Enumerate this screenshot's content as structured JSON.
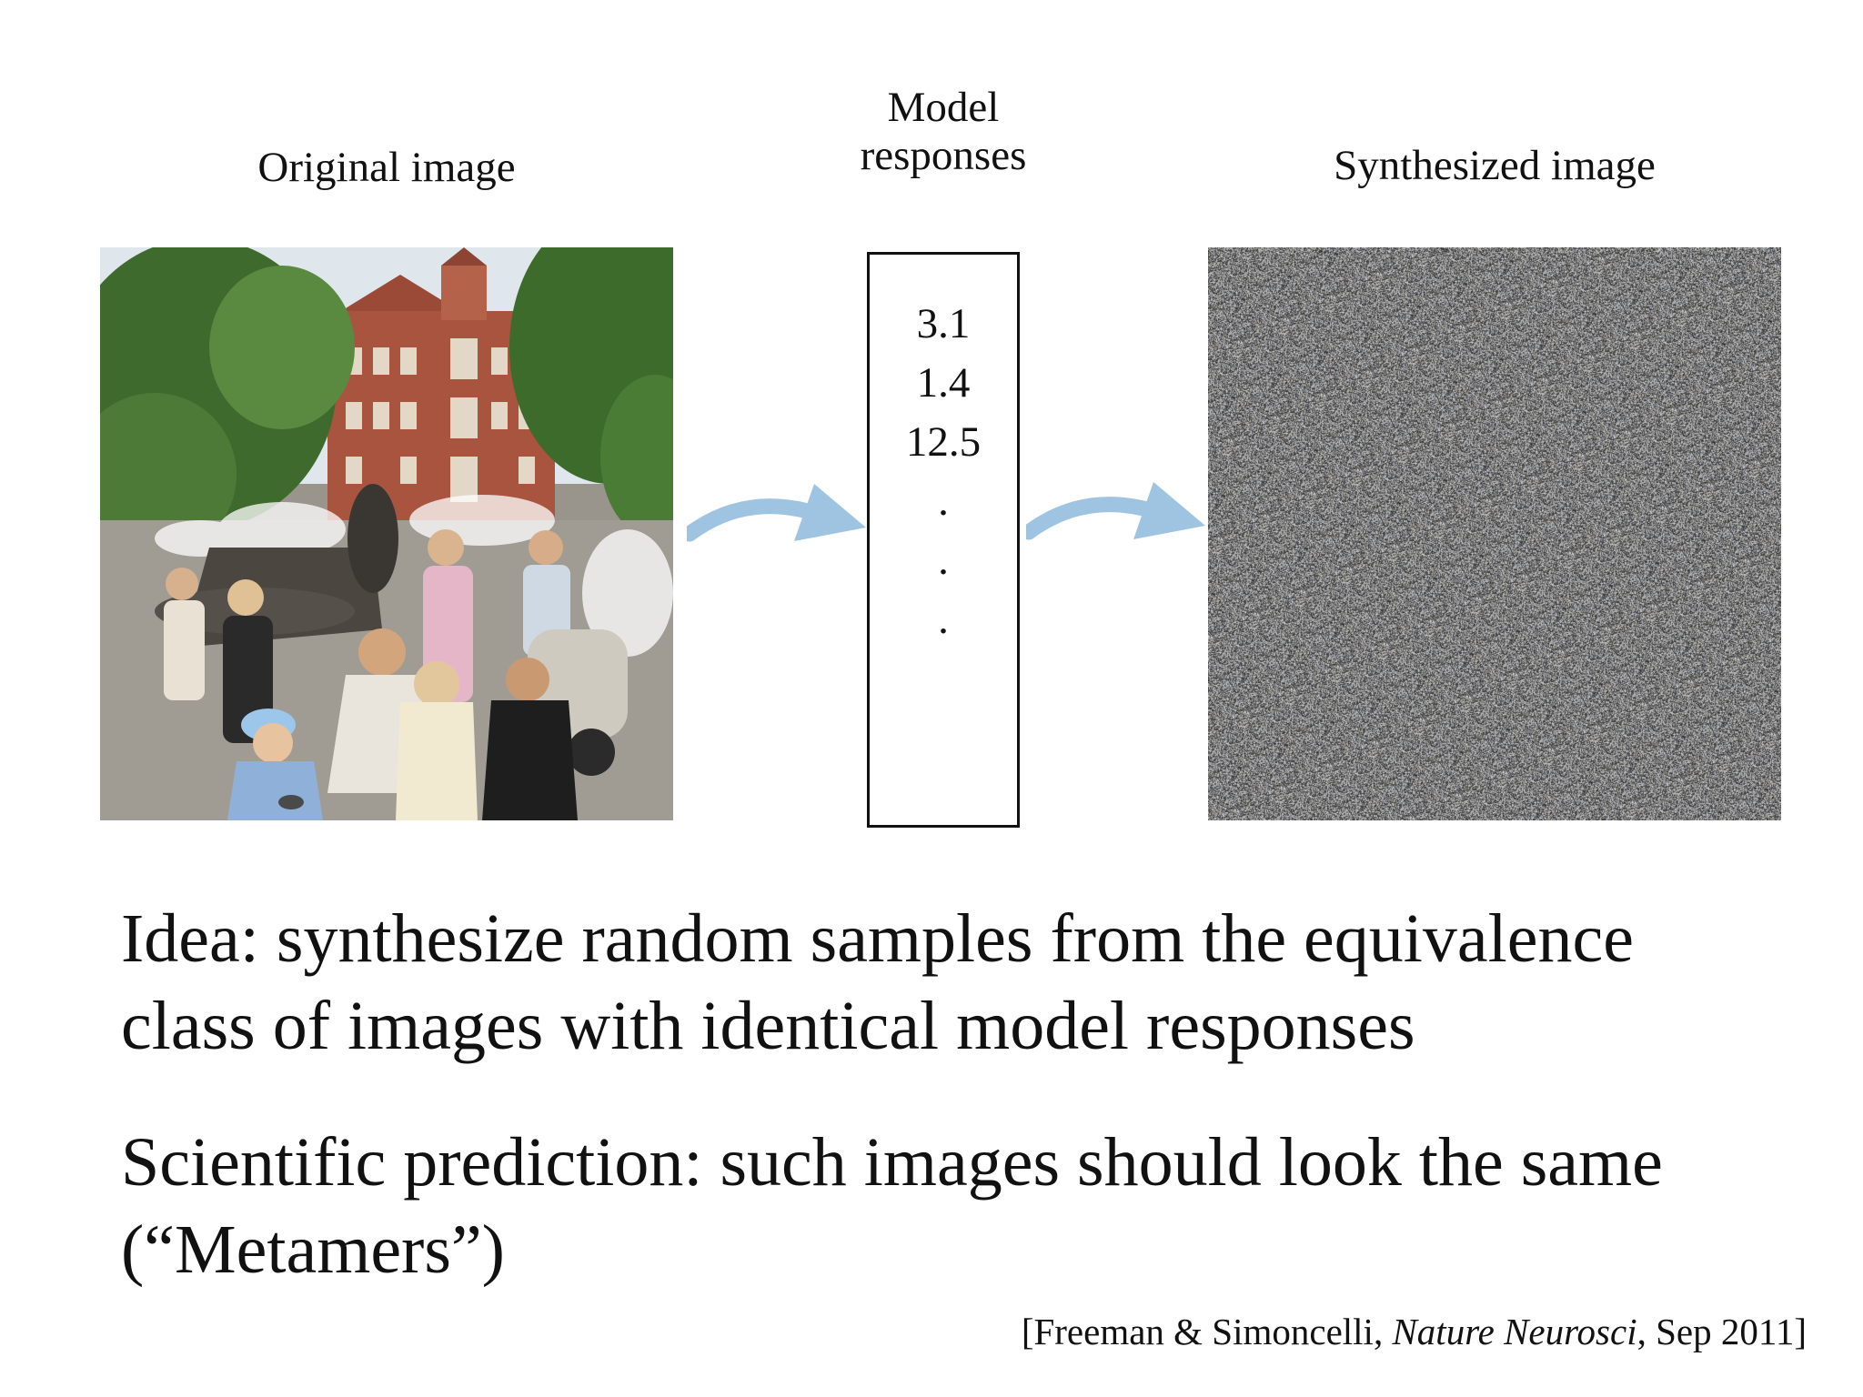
{
  "labels": {
    "original": "Original image",
    "model_line1": "Model",
    "model_line2": "responses",
    "synthesized": "Synthesized image"
  },
  "responses": [
    "3.1",
    "1.4",
    "12.5",
    ".",
    ".",
    "."
  ],
  "idea_line1": "Idea:  synthesize random samples from the equivalence",
  "idea_line2": "class of images with identical model responses",
  "prediction_line1": "Scientific prediction:  such images should look the same",
  "prediction_line2": "(“Metamers”)",
  "citation": {
    "open": "[Freeman & Simoncelli, ",
    "journal": "Nature Neurosci",
    "close": ", Sep 2011]"
  },
  "colors": {
    "arrow": "#9fc4e2",
    "text": "#111111",
    "noise_base": "#7d7b78"
  }
}
